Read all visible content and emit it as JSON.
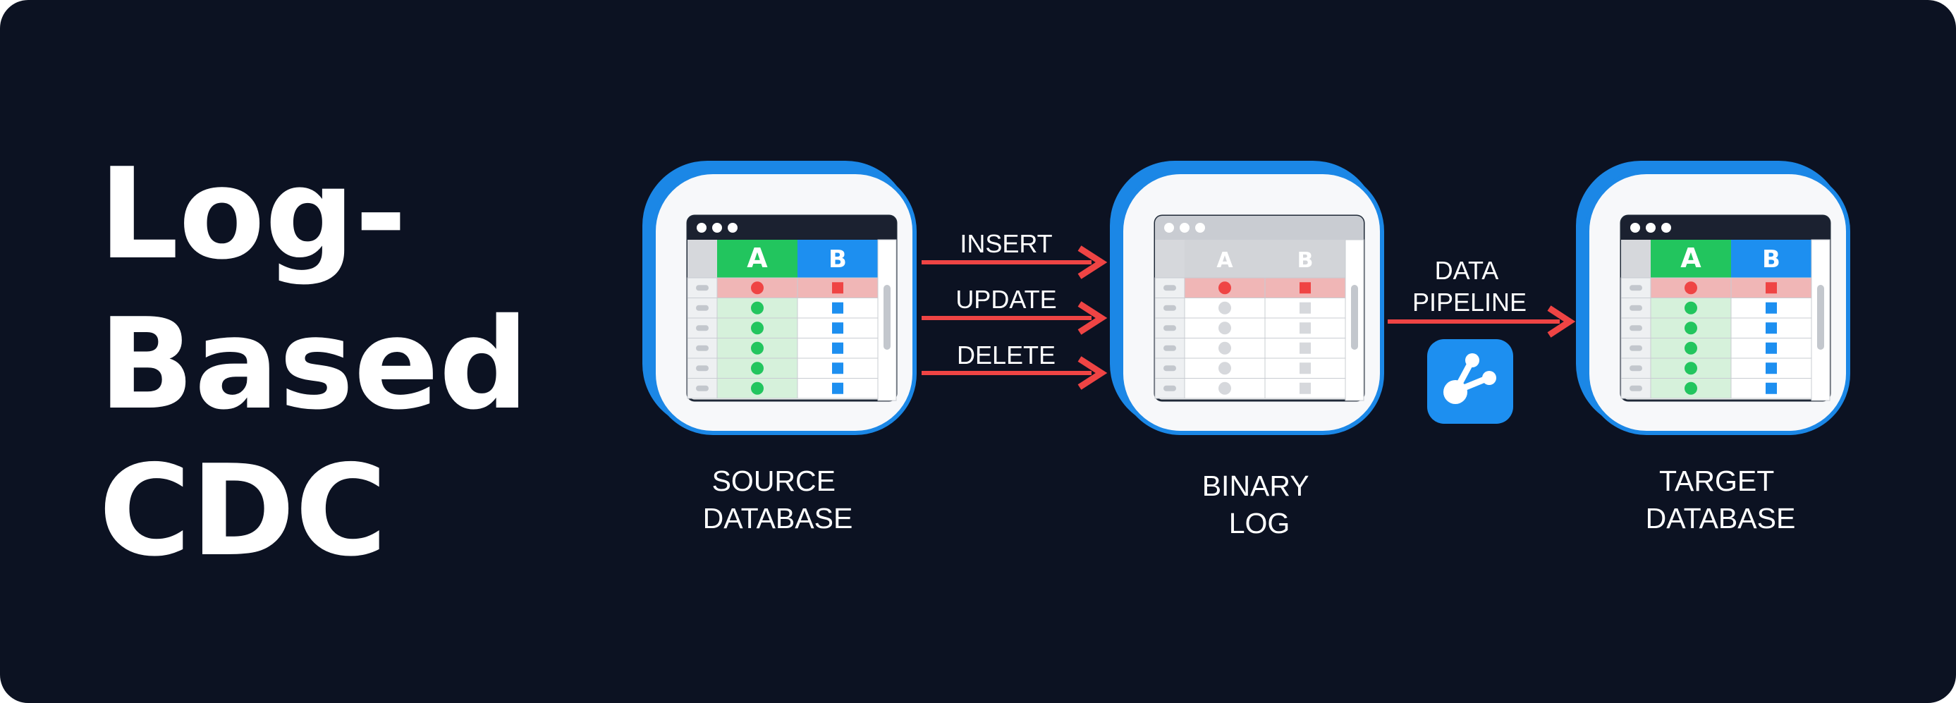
{
  "title": {
    "lines": [
      "Log-",
      "Based",
      "CDC"
    ]
  },
  "nodes": {
    "source": {
      "label_lines": [
        "SOURCE",
        "DATABASE"
      ],
      "columns": [
        "A",
        "B"
      ]
    },
    "log": {
      "label_lines": [
        "BINARY",
        "LOG"
      ],
      "columns": [
        "A",
        "B"
      ]
    },
    "target": {
      "label_lines": [
        "TARGET",
        "DATABASE"
      ],
      "columns": [
        "A",
        "B"
      ]
    }
  },
  "operations": [
    "INSERT",
    "UPDATE",
    "DELETE"
  ],
  "pipeline": {
    "label_lines": [
      "DATA",
      "PIPELINE"
    ],
    "icon": "share-nodes-icon"
  },
  "colors": {
    "background": "#0c1222",
    "accent_blue": "#1b87e6",
    "arrow_red": "#ef4444",
    "col_a_green": "#22c55e",
    "col_b_blue": "#1d8ff0",
    "changed_row": "#f0b6b6",
    "unchanged_row": "#d6f1db",
    "panel_bg": "#f7f8fa"
  }
}
